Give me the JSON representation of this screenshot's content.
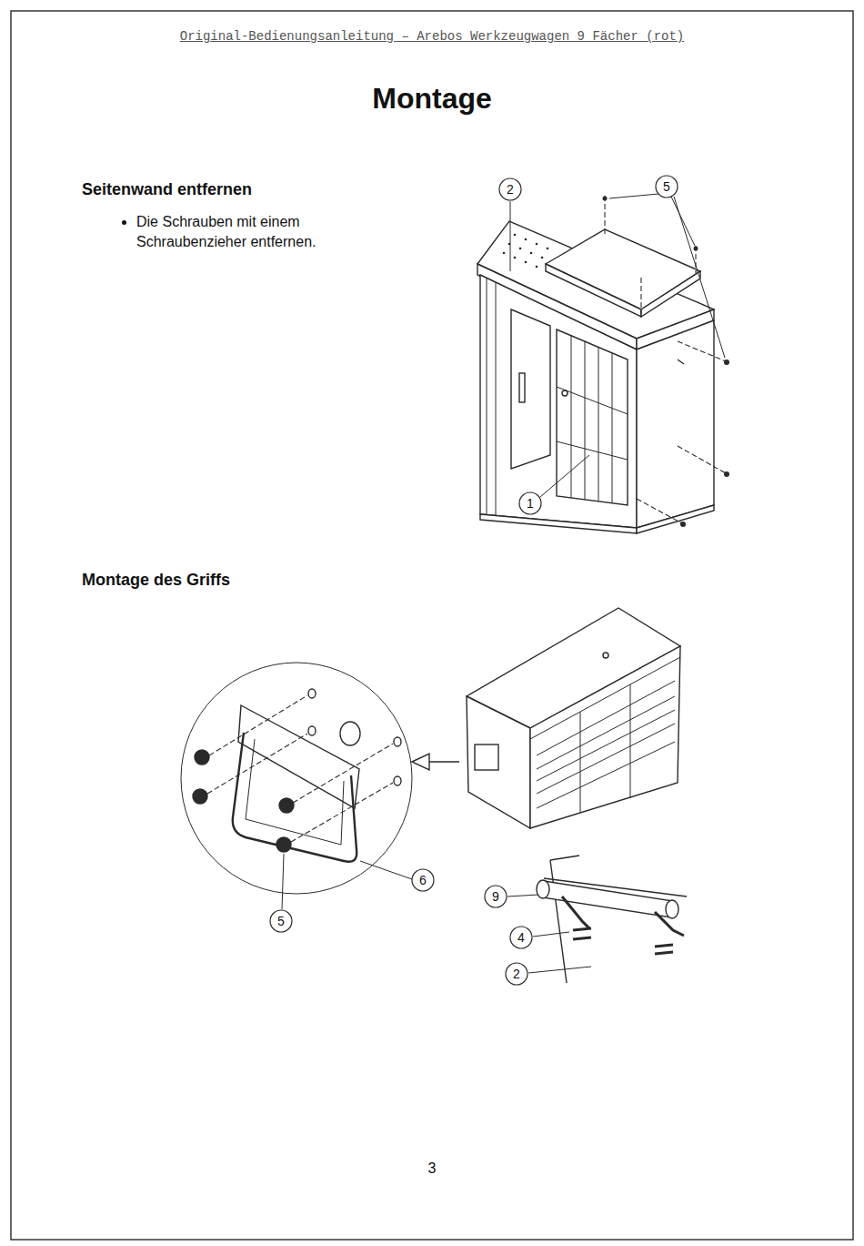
{
  "diagram": {
    "title": "Montage",
    "labels": [
      "Original-Bedienungsanleitung – Arebos Werkzeugwagen 9 Fächer (rot)",
      "Seitenwand entfernen",
      "Die Schrauben mit einem Schraubenzieher entfernen.",
      "2",
      "5",
      "1",
      "Montage des Griffs",
      "6",
      "5",
      "9",
      "4",
      "2",
      "3"
    ]
  }
}
